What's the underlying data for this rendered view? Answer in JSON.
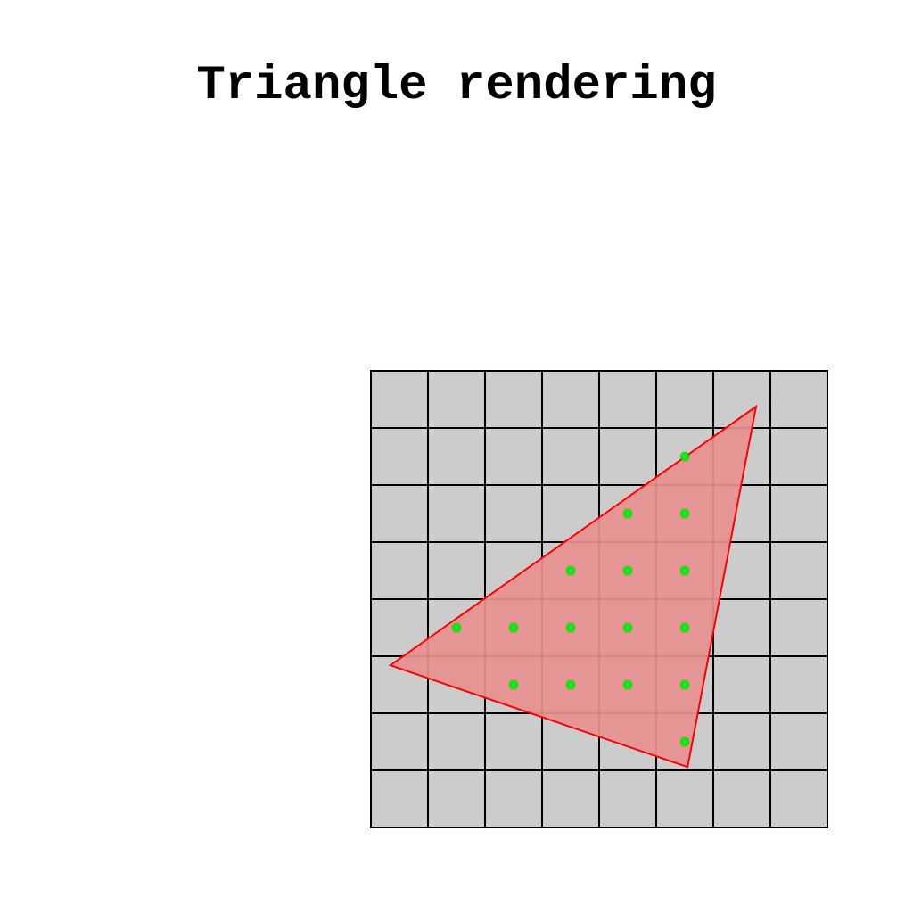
{
  "title": "Triangle rendering",
  "grid": {
    "cols": 8,
    "rows": 8
  },
  "triangle": {
    "vertices": [
      [
        6.75,
        0.625
      ],
      [
        0.34,
        5.16
      ],
      [
        5.55,
        6.94
      ]
    ]
  },
  "covered_pixels": [
    [
      5,
      1
    ],
    [
      4,
      2
    ],
    [
      5,
      2
    ],
    [
      3,
      3
    ],
    [
      4,
      3
    ],
    [
      5,
      3
    ],
    [
      1,
      4
    ],
    [
      2,
      4
    ],
    [
      3,
      4
    ],
    [
      4,
      4
    ],
    [
      5,
      4
    ],
    [
      2,
      5
    ],
    [
      3,
      5
    ],
    [
      4,
      5
    ],
    [
      5,
      5
    ],
    [
      5,
      6
    ]
  ],
  "colors": {
    "cell_fill": "#cccccc",
    "grid_line": "#000000",
    "triangle_fill": "#e89090",
    "triangle_stroke": "#ff0000",
    "sample_dot": "#00ff00"
  }
}
